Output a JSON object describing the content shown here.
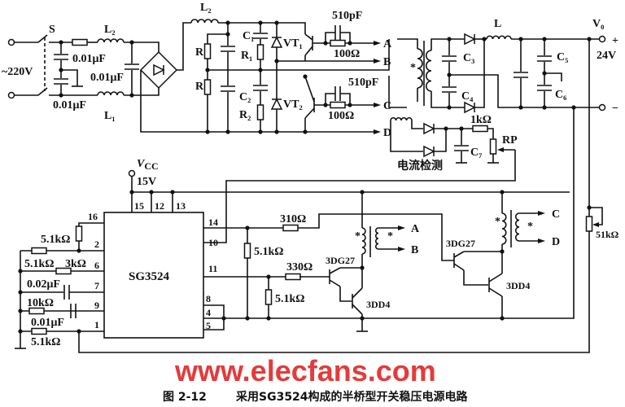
{
  "watermark": "www.elecfans.com",
  "caption": {
    "figure_no": "图 2-12",
    "title": "采用SG3524构成的半桥型开关稳压电源电路"
  },
  "input": {
    "voltage": "~220V",
    "switch": "S",
    "c_top": "0.01μF",
    "c_line": "0.01μF",
    "c_bottom": "0.01μF",
    "l_top": "L₂",
    "l_bottom": "L₁"
  },
  "half_bridge": {
    "l2": "L₂",
    "r_top": "R",
    "r_bottom": "R",
    "c1": "C₁",
    "r1": "R₁",
    "c2": "C₂",
    "r2": "R₂",
    "vt1": "VT₁",
    "vt2": "VT₂",
    "cap_a": "510pF",
    "res_a": "100Ω",
    "cap_c": "510pF",
    "res_c": "100Ω",
    "out_a": "A",
    "out_b": "B",
    "out_c": "C",
    "out_d": "D"
  },
  "output": {
    "l": "L",
    "c3": "C₃",
    "c4": "C₄",
    "c5": "C₅",
    "c6": "C₆",
    "vo": "V₀",
    "plus": "+",
    "minus": "−",
    "voltage": "24V",
    "feedback_pot": "51kΩ"
  },
  "current_sense": {
    "label": "电流检测",
    "r": "1kΩ",
    "c7": "C₇",
    "rp": "RP"
  },
  "controller": {
    "chip": "SG3524",
    "vcc_v": "V",
    "vcc_sub": "CC",
    "vcc_value": "15V",
    "pins": {
      "p16": "16",
      "p2": "2",
      "p6": "6",
      "p7": "7",
      "p9": "9",
      "p1": "1",
      "p15": "15",
      "p12": "12",
      "p13": "13",
      "p14": "14",
      "p10": "10",
      "p11": "11",
      "p8": "8",
      "p4": "4",
      "p5": "5"
    },
    "r_16": "5.1kΩ",
    "r_2": "5.1kΩ",
    "r_6": "3kΩ",
    "c_7": "0.02μF",
    "r_9": "10kΩ",
    "c_9": "0.01μF",
    "r_1": "5.1kΩ"
  },
  "driver": {
    "r_14": "310Ω",
    "r_14_pd": "5.1kΩ",
    "r_11": "330Ω",
    "r_11_pd": "5.1kΩ",
    "q1_pre": "3DG27",
    "q1_out": "3DD4",
    "q2_pre": "3DG27",
    "q2_out": "3DD4",
    "out_a": "A",
    "out_b": "B",
    "out_c": "C",
    "out_d": "D",
    "dot": "*"
  }
}
